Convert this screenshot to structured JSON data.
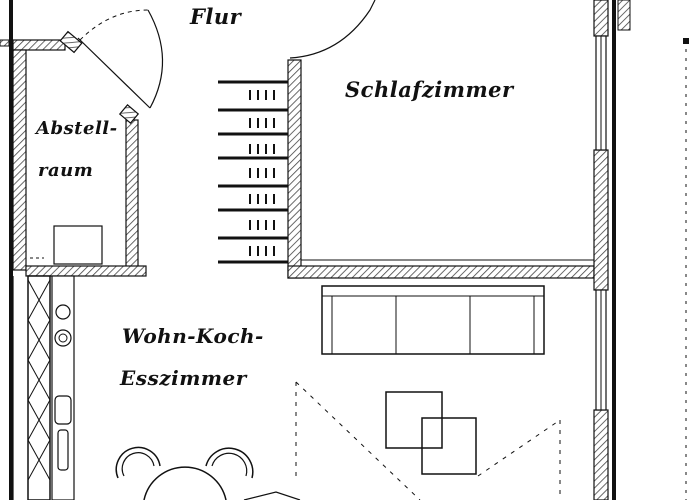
{
  "rooms": {
    "flur": "Flur",
    "schlafzimmer": "Schlafzimmer",
    "abstellraum_line1": "Abstell-",
    "abstellraum_line2": "raum",
    "wohnkoch_line1": "Wohn-Koch-",
    "wohnkoch_line2": "Esszimmer"
  },
  "colors": {
    "ink": "#111111",
    "paper": "#ffffff",
    "hatch": "#444444"
  }
}
